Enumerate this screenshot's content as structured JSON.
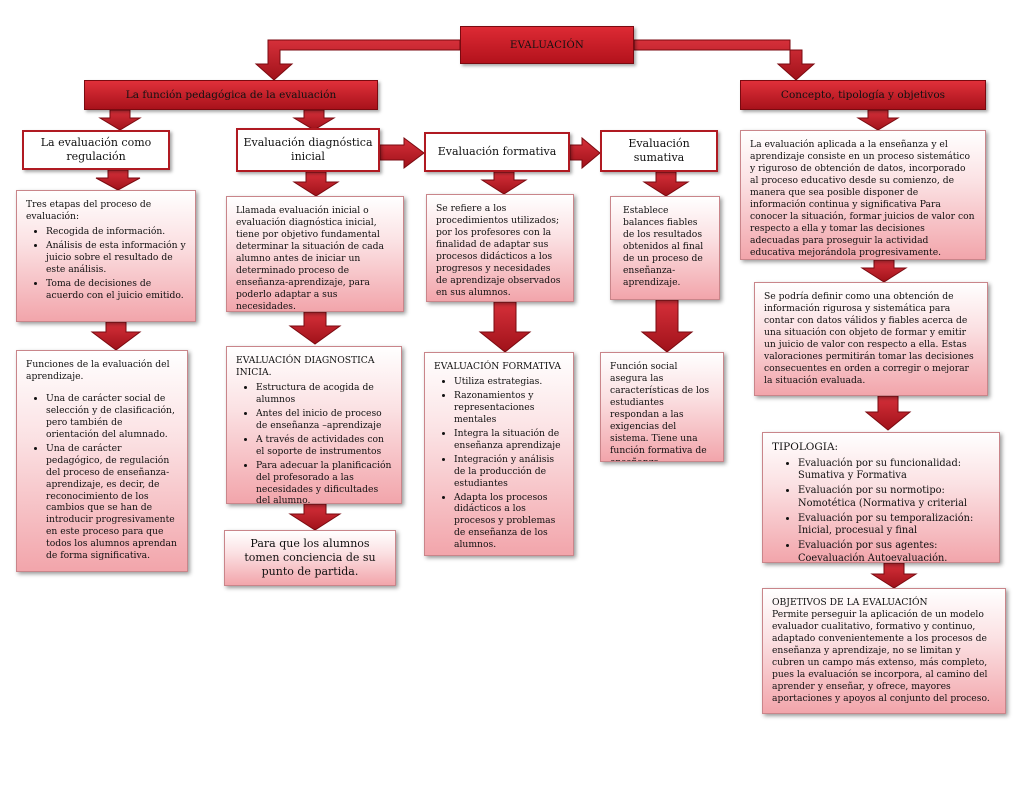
{
  "root": {
    "title": "EVALUACIÓN"
  },
  "left_branch": {
    "title": "La función pedagógica de la evaluación"
  },
  "right_branch": {
    "title": "Concepto, tipología y objetivos"
  },
  "col1": {
    "title": "La evaluación como regulación",
    "box1": {
      "intro": "Tres etapas del proceso de evaluación:",
      "items": [
        "Recogida de información.",
        "Análisis de esta información y juicio sobre el resultado de este análisis.",
        "Toma de decisiones de acuerdo con el juicio emitido."
      ]
    },
    "box2": {
      "intro": "Funciones de la evaluación del aprendizaje.",
      "items": [
        "Una de carácter social de selección y de clasificación, pero también de orientación del alumnado.",
        "Una de carácter pedagógico, de regulación del proceso de enseñanza-aprendizaje, es decir, de reconocimiento de los cambios que se han de introducir progresivamente en este proceso para que todos los alumnos aprendan de forma significativa."
      ]
    }
  },
  "col2": {
    "title": "Evaluación diagnóstica inicial",
    "box1": "Llamada evaluación inicial o evaluación diagnóstica inicial, tiene por objetivo fundamental determinar la situación de cada alumno antes de iniciar un determinado proceso de enseñanza-aprendizaje, para poderlo adaptar a sus necesidades.",
    "box2": {
      "heading": "EVALUACIÓN DIAGNOSTICA INICIA.",
      "items": [
        "Estructura de acogida de alumnos",
        "Antes del inicio de proceso de enseñanza –aprendizaje",
        "A través de actividades con el soporte de instrumentos",
        "Para adecuar la planificación del profesorado a las necesidades y dificultades del alumno."
      ]
    },
    "box3": "Para que los alumnos tomen conciencia de su punto de partida."
  },
  "col3": {
    "title": "Evaluación formativa",
    "box1": "Se refiere a los procedimientos utilizados; por los profesores con la finalidad de adaptar sus procesos didácticos a los progresos y necesidades de aprendizaje observados en sus alumnos.",
    "box2": {
      "heading": "EVALUACIÓN FORMATIVA",
      "items": [
        "Utiliza estrategias.",
        "Razonamientos y representaciones mentales",
        "Integra la situación de enseñanza aprendizaje",
        "Integración y análisis de la producción de estudiantes",
        "Adapta los procesos didácticos a los procesos y problemas de enseñanza de los alumnos."
      ]
    }
  },
  "col4": {
    "title": "Evaluación sumativa",
    "box1": "Establece balances fiables de los resultados obtenidos al final de un proceso de enseñanza-aprendizaje.",
    "box2": "Función social asegura las características de los estudiantes respondan a las exigencias del sistema. Tiene una función formativa de enseñanza-aprendizaje."
  },
  "col5": {
    "box1": "La evaluación aplicada a la enseñanza y el aprendizaje consiste en un proceso sistemático y riguroso de obtención de datos, incorporado al proceso educativo desde su comienzo, de manera que sea posible disponer de información continua y significativa Para conocer la situación, formar juicios de valor con respecto a ella y tomar las decisiones adecuadas para proseguir la actividad educativa mejorándola progresivamente.",
    "box2": "Se podría definir como una obtención de información rigurosa y sistemática para contar con datos válidos y fiables acerca de una situación con objeto de formar y emitir un juicio de valor con respecto a ella. Estas valoraciones permitirán tomar las decisiones consecuentes en orden a corregir o mejorar la situación evaluada.",
    "box3": {
      "heading": "TIPOLOGIA:",
      "items": [
        "Evaluación por su funcionalidad: Sumativa y Formativa",
        "Evaluación por su normotipo: Nomotética (Normativa y criterial",
        "Evaluación por su temporalización: Inicial, procesual y final",
        "Evaluación por sus agentes: Coevaluación Autoevaluación. Heteroevaluación."
      ]
    },
    "box4": {
      "heading": "OBJETIVOS DE LA EVALUACIÓN",
      "text": "Permite perseguir la aplicación de un modelo evaluador cualitativo, formativo y continuo, adaptado convenientemente a los procesos de enseñanza y aprendizaje, no se limitan y cubren un campo más extenso, más completo, pues la evaluación se incorpora, al camino del aprender y enseñar, y ofrece, mayores aportaciones y apoyos al conjunto del proceso."
    }
  },
  "colors": {
    "red": "#b3121c",
    "pink": "#f2a5ab",
    "border": "#7a0a10"
  }
}
